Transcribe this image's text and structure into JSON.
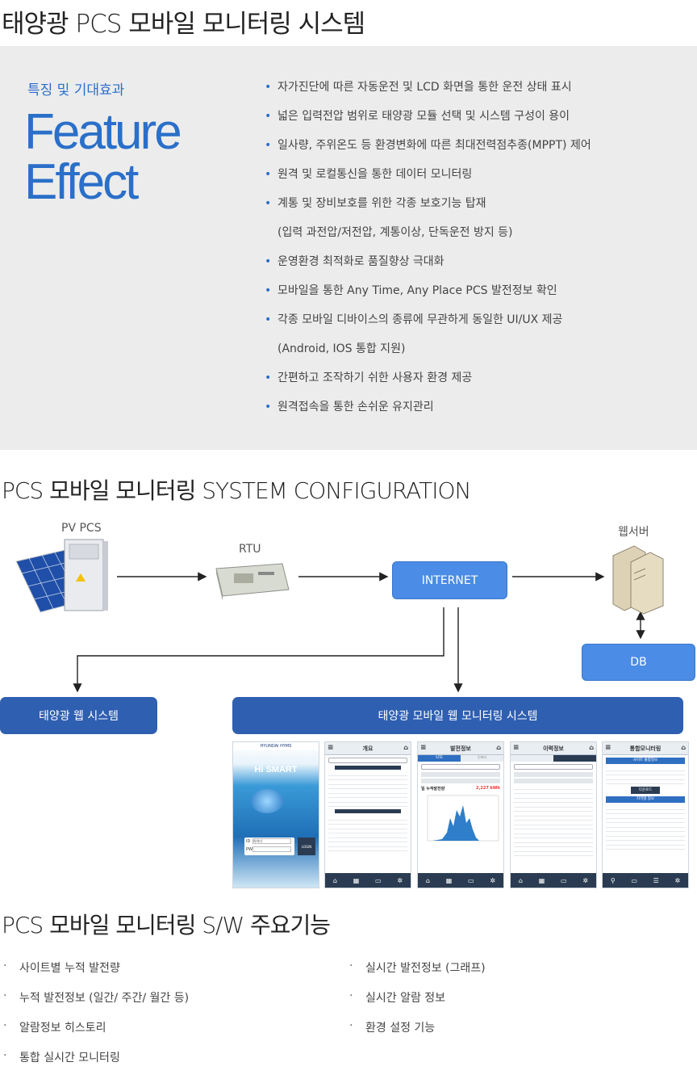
{
  "title": "태양광 PCS 모바일 모니터링 시스템",
  "feature": {
    "subtitle": "특징 및 기대효과",
    "big_line1": "Feature",
    "big_line2": "Effect",
    "items": [
      {
        "text": "자가진단에 따른 자동운전 및 LCD 화면을 통한 운전 상태 표시",
        "bullet": true
      },
      {
        "text": "넓은 입력전압 범위로 태양광 모듈 선택 및 시스템 구성이 용이",
        "bullet": true
      },
      {
        "text": "일사량, 주위온도 등 환경변화에 따른 최대전력점추종(MPPT) 제어",
        "bullet": true
      },
      {
        "text": "원격 및 로컬통신을 통한 데이터 모니터링",
        "bullet": true
      },
      {
        "text": "계통 및 장비보호를 위한 각종 보호기능 탑재",
        "bullet": true
      },
      {
        "text": "(입력 과전압/저전압, 계통이상, 단독운전 방지 등)",
        "bullet": false
      },
      {
        "text": "운영환경 최적화로 품질향상 극대화",
        "bullet": true
      },
      {
        "text": "모바일을 통한 Any Time, Any Place PCS 발전정보 확인",
        "bullet": true
      },
      {
        "text": "각종 모바일 디바이스의 종류에 무관하게 동일한 UI/UX 제공",
        "bullet": true
      },
      {
        "text": "(Android, IOS 통합 지원)",
        "bullet": false
      },
      {
        "text": "간편하고 조작하기 쉬한 사용자 환경 제공",
        "bullet": true
      },
      {
        "text": "원격접속을 통한 손쉬운 유지관리",
        "bullet": true
      }
    ]
  },
  "config": {
    "title": "PCS 모바일 모니터링 SYSTEM CONFIGURATION",
    "pv_label": "PV PCS",
    "rtu_label": "RTU",
    "internet_label": "INTERNET",
    "webserver_label": "웹서버",
    "db_label": "DB",
    "web_system_label": "태양광 웹 시스템",
    "mobile_system_label": "태양광 모바일 웹 모니터링 시스템",
    "screens": [
      {
        "title": "",
        "brand": "HYUNDAI HYMS",
        "app": "Hi SMART",
        "id_label": "ID",
        "id_value": "아이디",
        "pw_label": "PW",
        "login": "LOGIN"
      },
      {
        "title": "개요"
      },
      {
        "title": "발전정보",
        "tab1": "SITE",
        "tab2": "인버터",
        "total_label": "일 누적발전량",
        "total_value": "2,227 kWh"
      },
      {
        "title": "이력정보"
      },
      {
        "title": "통합모니터링",
        "box1": "사이트 통합정보",
        "btn": "다운로드",
        "box2": "지역별 정보"
      }
    ]
  },
  "sw": {
    "title": "PCS 모바일 모니터링 S/W 주요기능",
    "left": [
      "사이트별 누적 발전량",
      "누적 발전정보 (일간/ 주간/ 월간 등)",
      "알람정보 히스토리",
      "통합 실시간 모니터링"
    ],
    "right": [
      "실시간 발전정보 (그래프)",
      "실시간 알람 정보",
      "환경 설정 기능"
    ],
    "bullet": "·"
  },
  "colors": {
    "accent": "#2a6fc9",
    "box_blue": "#4a8ce6",
    "box_dark": "#2f5fb0",
    "panel_bg": "#ececec"
  }
}
